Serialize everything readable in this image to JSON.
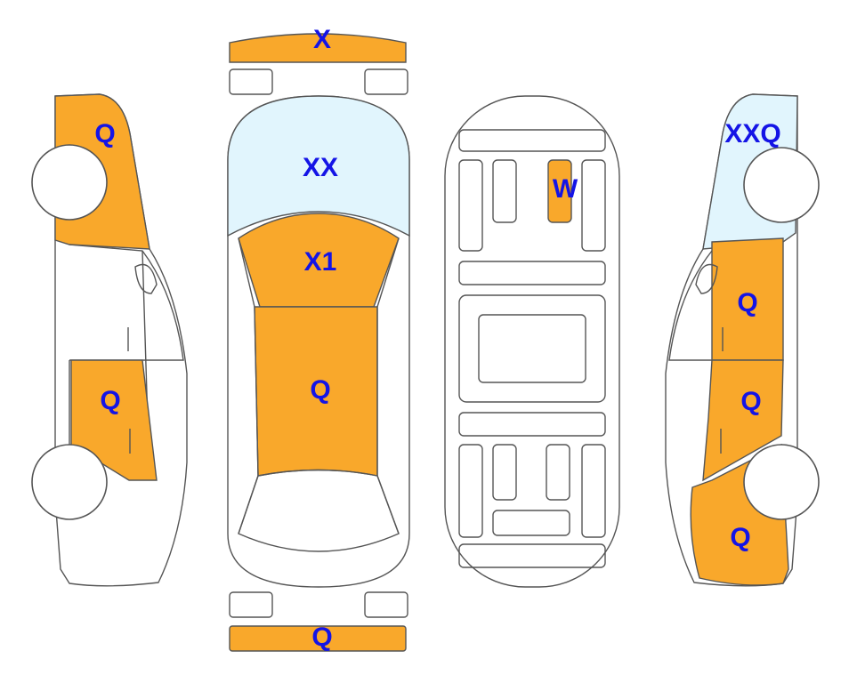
{
  "colors": {
    "damage_fill": "#F9A82B",
    "glass_fill": "#E1F5FD",
    "code_text": "#1414E6",
    "outline": "#555555"
  },
  "views": {
    "left_side": {
      "rear_upper": "Q",
      "front_door_lower": "Q"
    },
    "top": {
      "rear_bumper": "X",
      "rear_window": "XX",
      "roof_rear": "X1",
      "roof_front": "Q",
      "front_bumper": "Q"
    },
    "underbody": {
      "panel": "W"
    },
    "right_side": {
      "rear_window": "XXQ",
      "rear_door": "Q",
      "front_door": "Q",
      "front_fender": "Q"
    }
  }
}
